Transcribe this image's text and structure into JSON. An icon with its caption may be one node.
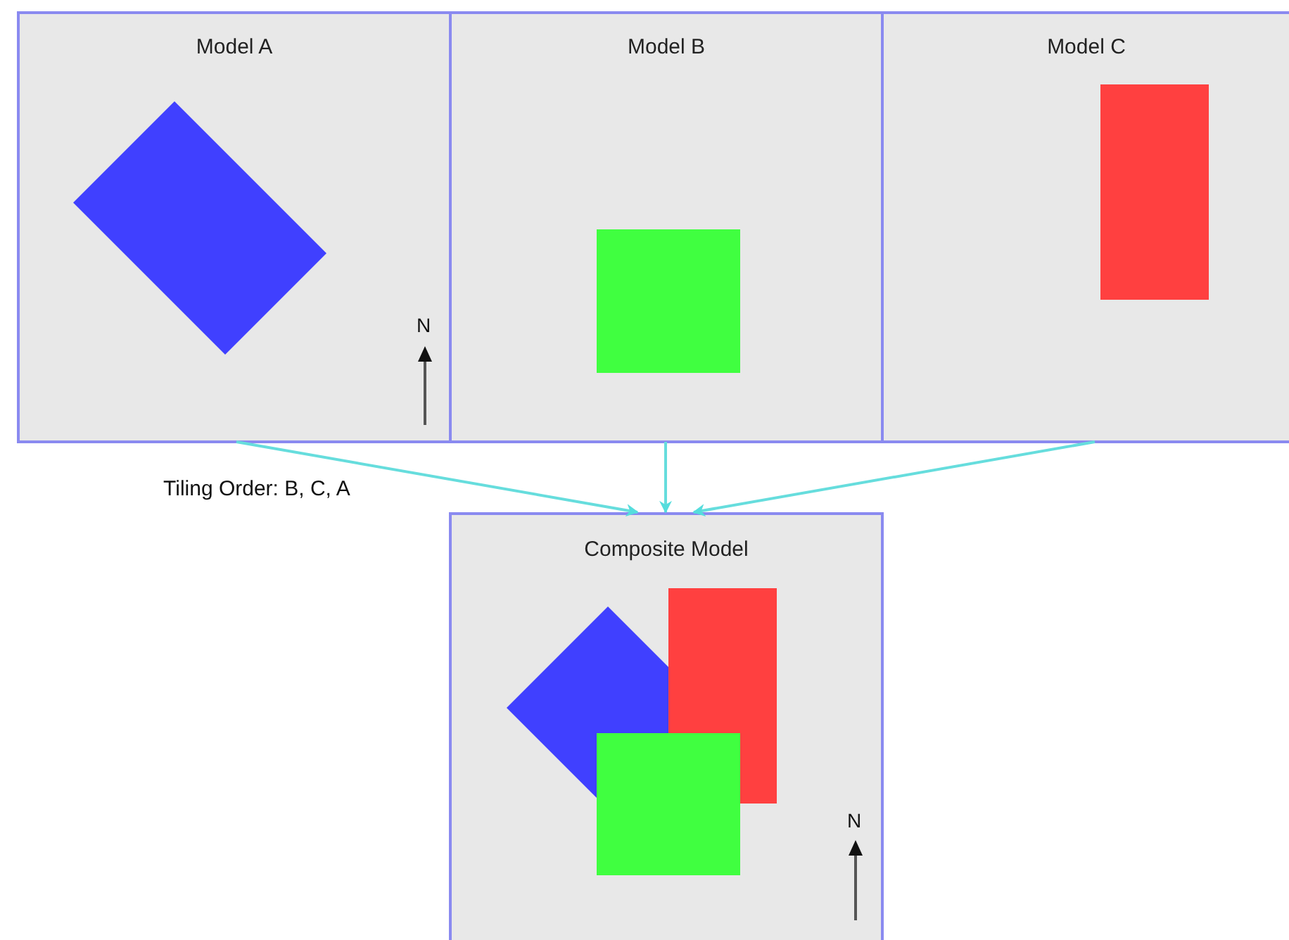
{
  "diagram": {
    "nodes": [
      {
        "text": [
          "Model A"
        ]
      },
      {
        "text": [
          "Model B"
        ]
      },
      {
        "text": [
          "Model C"
        ]
      },
      {
        "text": [
          "Composite Model"
        ]
      }
    ],
    "edges": [
      {
        "from": 0,
        "to": 3,
        "arrow": "to"
      },
      {
        "from": 1,
        "to": 3,
        "arrow": "to"
      },
      {
        "from": 2,
        "to": 3,
        "arrow": "to"
      }
    ],
    "labels": [
      "Tiling Order: B, C, A",
      "N",
      "N"
    ]
  }
}
